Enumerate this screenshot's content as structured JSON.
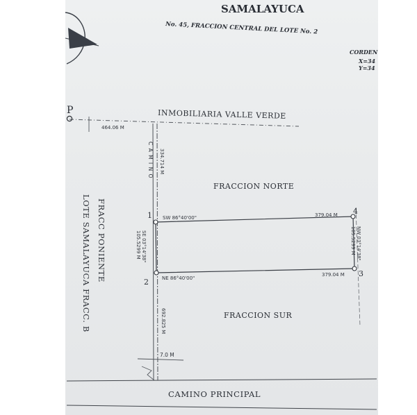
{
  "header": {
    "title": "SAMALAYUCA",
    "subtitle": "No. 45, FRACCION CENTRAL DEL LOTE No. 2",
    "coords_label": "CORDEN",
    "coord_x": "X=34",
    "coord_y": "Y=34"
  },
  "labels": {
    "north_neighbor": "INMOBILIARIA VALLE VERDE",
    "fraccion_norte": "FRACCION NORTE",
    "fraccion_sur": "FRACCION SUR",
    "camino_principal": "CAMINO PRINCIPAL",
    "west_line1": "FRACC PONIENTE",
    "west_line2": "LOTE SAMALAYUCA FRACC. B",
    "camino_vertical": "C A M I N O"
  },
  "points": {
    "p": "P",
    "v1": "1",
    "v2": "2",
    "v3": "3",
    "v4": "4"
  },
  "measures": {
    "top_left": "464.06 M",
    "road_upper": "334.714 M",
    "road_lower": "692.825 M",
    "road_width": "7.0 M",
    "edge_1_4_bearing": "SW 86°40'00\"",
    "edge_1_4_length": "379.04 M",
    "edge_2_3_bearing": "NE 86°40'00\"",
    "edge_2_3_length": "379.04 M",
    "edge_1_2_length": "105.5299 M",
    "edge_1_2_bearing": "SE 03°14'38\"",
    "edge_4_3_length": "105.5299 M",
    "edge_4_3_bearing": "NW 03°14'38\""
  }
}
